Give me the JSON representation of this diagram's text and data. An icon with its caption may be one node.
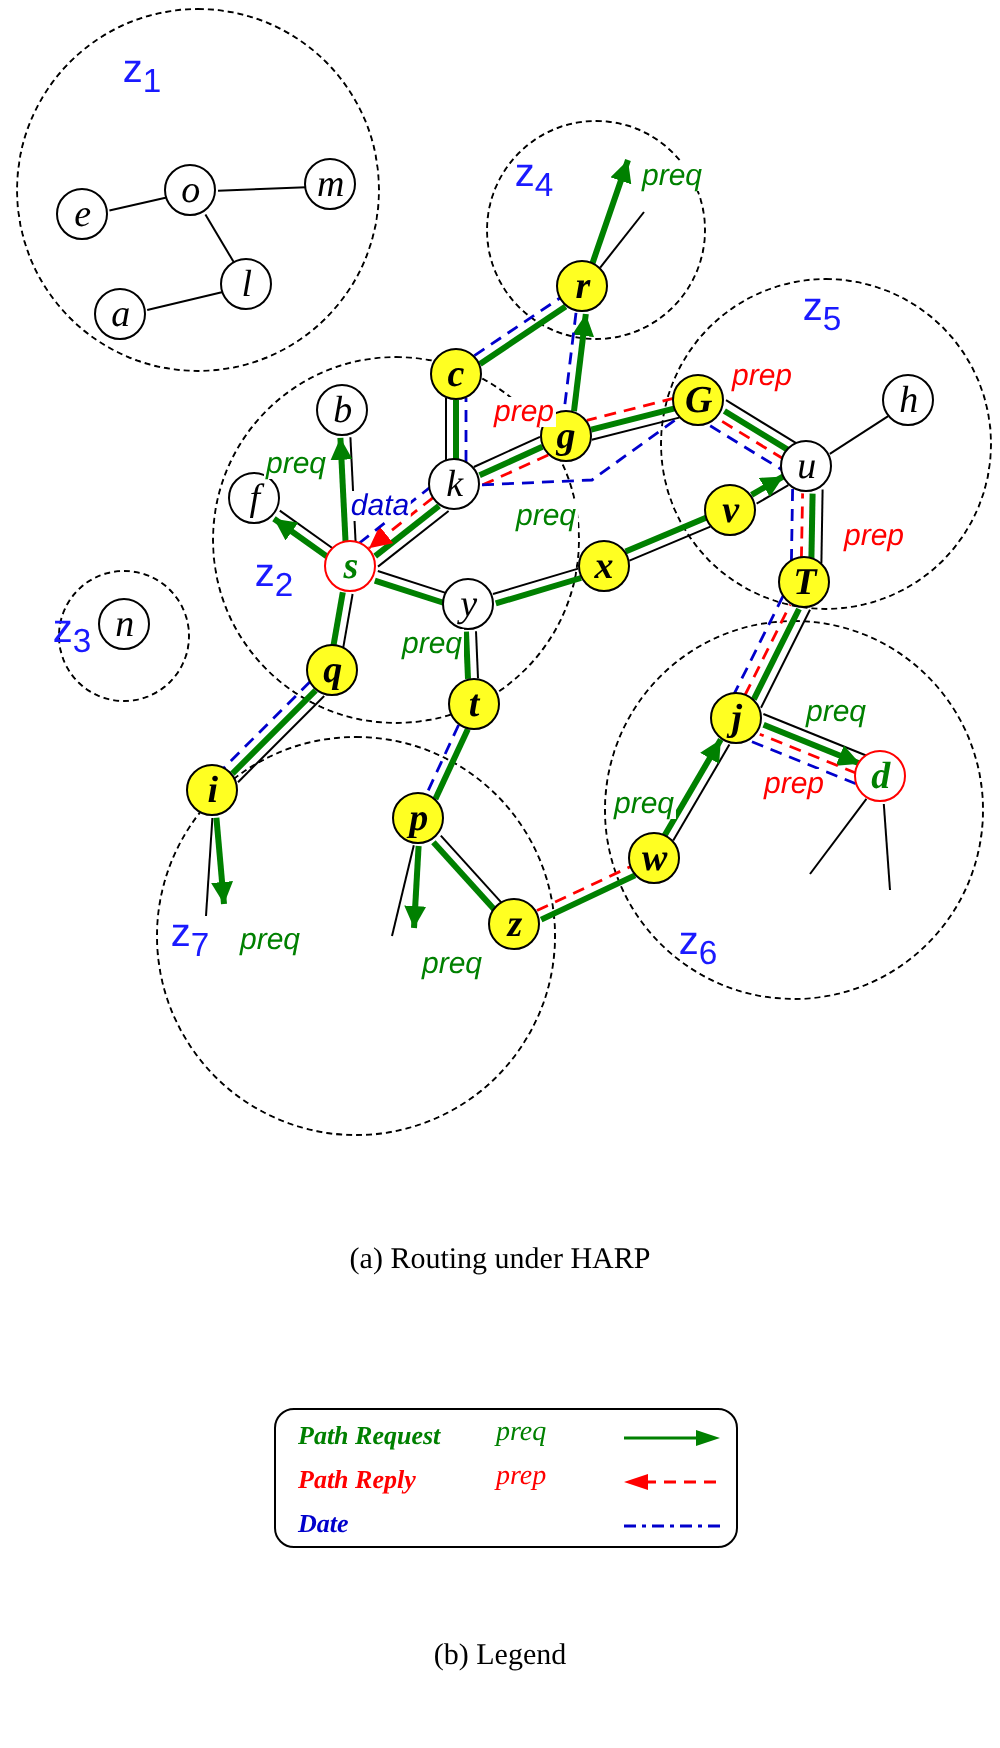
{
  "diagram": {
    "caption": "(a) Routing under HARP",
    "nodes": [
      {
        "text": [
          "z$_{1}$"
        ]
      },
      {
        "text": [
          "o"
        ],
        "in": 0
      },
      {
        "text": [
          "m"
        ],
        "in": 0
      },
      {
        "text": [
          "e"
        ],
        "in": 0
      },
      {
        "text": [
          "l"
        ],
        "in": 0
      },
      {
        "text": [
          "a"
        ],
        "in": 0
      },
      {
        "text": [
          "z$_{4}$"
        ]
      },
      {
        "text": [
          "r"
        ],
        "in": 6
      },
      {
        "text": [
          "z$_{5}$"
        ]
      },
      {
        "text": [
          "G"
        ],
        "in": 8
      },
      {
        "text": [
          "h"
        ],
        "in": 8
      },
      {
        "text": [
          "u"
        ],
        "in": 8
      },
      {
        "text": [
          "v"
        ],
        "in": 8
      },
      {
        "text": [
          "T"
        ],
        "in": 8
      },
      {
        "text": [
          "z$_{2}$"
        ]
      },
      {
        "text": [
          "b"
        ],
        "in": 14
      },
      {
        "text": [
          "k"
        ],
        "in": 14
      },
      {
        "text": [
          "f"
        ],
        "in": 14
      },
      {
        "text": [
          "s"
        ],
        "in": 14
      },
      {
        "text": [
          "y"
        ],
        "in": 14
      },
      {
        "text": [
          "q"
        ],
        "in": 14
      },
      {
        "text": [
          "c"
        ]
      },
      {
        "text": [
          "g"
        ]
      },
      {
        "text": [
          "x"
        ]
      },
      {
        "text": [
          "t"
        ]
      },
      {
        "text": [
          "z$_{3}$"
        ]
      },
      {
        "text": [
          "n"
        ],
        "in": 25
      },
      {
        "text": [
          "z$_{6}$"
        ]
      },
      {
        "text": [
          "j"
        ],
        "in": 27
      },
      {
        "text": [
          "d"
        ],
        "in": 27
      },
      {
        "text": [
          "w"
        ],
        "in": 27
      },
      {
        "text": [
          "z$_{7}$"
        ]
      },
      {
        "text": [
          "i"
        ],
        "in": 31
      },
      {
        "text": [
          "p"
        ],
        "in": 31
      },
      {
        "text": [
          "z"
        ],
        "in": 31
      }
    ],
    "edges": [
      {
        "from": 1,
        "to": 3,
        "arrow": "none"
      },
      {
        "from": 1,
        "to": 2,
        "arrow": "none"
      },
      {
        "from": 1,
        "to": 4,
        "arrow": "none"
      },
      {
        "from": 4,
        "to": 5,
        "arrow": "none"
      },
      {
        "from": 7,
        "to": null,
        "arrow": "none"
      },
      {
        "from": 18,
        "to": 15,
        "arrow": "none"
      },
      {
        "from": 18,
        "to": 17,
        "arrow": "none"
      },
      {
        "from": 18,
        "to": 16,
        "arrow": "none"
      },
      {
        "from": 18,
        "to": 19,
        "arrow": "none"
      },
      {
        "from": 18,
        "to": 20,
        "arrow": "none"
      },
      {
        "from": 16,
        "to": 21,
        "arrow": "none"
      },
      {
        "from": 16,
        "to": 22,
        "arrow": "none"
      },
      {
        "from": 22,
        "to": 9,
        "arrow": "none"
      },
      {
        "from": 9,
        "to": 11,
        "arrow": "none"
      },
      {
        "from": 11,
        "to": 10,
        "arrow": "none"
      },
      {
        "from": 11,
        "to": 12,
        "arrow": "none"
      },
      {
        "from": 11,
        "to": 13,
        "arrow": "none"
      },
      {
        "from": 19,
        "to": 23,
        "arrow": "none"
      },
      {
        "from": 23,
        "to": 12,
        "arrow": "none"
      },
      {
        "from": 19,
        "to": 24,
        "arrow": "none"
      },
      {
        "from": 20,
        "to": 32,
        "arrow": "none"
      },
      {
        "from": 32,
        "to": null,
        "arrow": "none"
      },
      {
        "from": 33,
        "to": null,
        "arrow": "none"
      },
      {
        "from": 33,
        "to": 34,
        "arrow": "none"
      },
      {
        "from": 30,
        "to": 28,
        "arrow": "none"
      },
      {
        "from": 28,
        "to": 13,
        "arrow": "none"
      },
      {
        "from": 28,
        "to": 29,
        "arrow": "none"
      },
      {
        "from": 29,
        "to": null,
        "arrow": "none"
      },
      {
        "from": 29,
        "to": null,
        "arrow": "none"
      },
      {
        "from": 18,
        "to": 17,
        "arrow": "to",
        "label": "preq",
        "style": "thick",
        "color": "#008000"
      },
      {
        "from": 18,
        "to": 15,
        "arrow": "to",
        "style": "thick",
        "color": "#008000"
      },
      {
        "from": 18,
        "to": 16,
        "arrow": "none",
        "style": "thick",
        "color": "#008000"
      },
      {
        "from": 16,
        "to": 21,
        "arrow": "none",
        "style": "thick",
        "color": "#008000"
      },
      {
        "from": 21,
        "to": 7,
        "arrow": "none",
        "style": "thick",
        "color": "#008000"
      },
      {
        "from": 7,
        "to": null,
        "arrow": "to",
        "label": "preq",
        "style": "thick",
        "color": "#008000"
      },
      {
        "from": 16,
        "to": 22,
        "arrow": "none",
        "style": "thick",
        "color": "#008000"
      },
      {
        "from": 22,
        "to": 7,
        "arrow": "to",
        "style": "thick",
        "color": "#008000"
      },
      {
        "from": 22,
        "to": 9,
        "arrow": "none",
        "style": "thick",
        "color": "#008000"
      },
      {
        "from": 9,
        "to": 11,
        "arrow": "none",
        "style": "thick",
        "color": "#008000"
      },
      {
        "from": 11,
        "to": 13,
        "arrow": "none",
        "style": "thick",
        "color": "#008000"
      },
      {
        "from": 13,
        "to": 28,
        "arrow": "none",
        "style": "thick",
        "color": "#008000"
      },
      {
        "from": 28,
        "to": 29,
        "arrow": "to",
        "label": "preq",
        "style": "thick",
        "color": "#008000"
      },
      {
        "from": 18,
        "to": 19,
        "arrow": "none",
        "label": "preq",
        "style": "thick",
        "color": "#008000"
      },
      {
        "from": 19,
        "to": 23,
        "arrow": "none",
        "style": "thick",
        "color": "#008000"
      },
      {
        "from": 23,
        "to": 12,
        "arrow": "none",
        "label": "preq",
        "style": "thick",
        "color": "#008000"
      },
      {
        "from": 12,
        "to": 11,
        "arrow": "to",
        "style": "thick",
        "color": "#008000"
      },
      {
        "from": 18,
        "to": 20,
        "arrow": "none",
        "style": "thick",
        "color": "#008000"
      },
      {
        "from": 20,
        "to": 32,
        "arrow": "none",
        "style": "thick",
        "color": "#008000"
      },
      {
        "from": 32,
        "to": null,
        "arrow": "to",
        "label": "preq",
        "style": "thick",
        "color": "#008000"
      },
      {
        "from": 19,
        "to": 24,
        "arrow": "none",
        "style": "thick",
        "color": "#008000"
      },
      {
        "from": 24,
        "to": 33,
        "arrow": "none",
        "style": "thick",
        "color": "#008000"
      },
      {
        "from": 33,
        "to": null,
        "arrow": "to",
        "label": "preq",
        "style": "thick",
        "color": "#008000"
      },
      {
        "from": 33,
        "to": 34,
        "arrow": "none",
        "style": "thick",
        "color": "#008000"
      },
      {
        "from": 34,
        "to": 30,
        "arrow": "none",
        "style": "thick",
        "color": "#008000"
      },
      {
        "from": 30,
        "to": 28,
        "arrow": "to",
        "label": "preq",
        "style": "thick",
        "color": "#008000"
      },
      {
        "from": 29,
        "to": 28,
        "arrow": "none",
        "label": "prep",
        "style": "dashed",
        "color": "#ff0000"
      },
      {
        "from": 28,
        "to": 13,
        "arrow": "none",
        "style": "dashed",
        "color": "#ff0000"
      },
      {
        "from": 13,
        "to": 11,
        "arrow": "none",
        "label": "prep",
        "style": "dashed",
        "color": "#ff0000"
      },
      {
        "from": 11,
        "to": 9,
        "arrow": "none",
        "label": "prep",
        "style": "dashed",
        "color": "#ff0000"
      },
      {
        "from": 9,
        "to": 22,
        "arrow": "none",
        "style": "dashed",
        "color": "#ff0000"
      },
      {
        "from": 22,
        "to": 16,
        "arrow": "none",
        "label": "prep",
        "style": "dashed",
        "color": "#ff0000"
      },
      {
        "from": 16,
        "to": 18,
        "arrow": "to",
        "style": "dashed",
        "color": "#ff0000"
      },
      {
        "from": 34,
        "to": 30,
        "arrow": "none",
        "style": "dashed",
        "color": "#ff0000"
      },
      {
        "from": 18,
        "to": 16,
        "arrow": "none",
        "label": "data",
        "style": "dashed",
        "color": "#0000cc"
      },
      {
        "from": 16,
        "to": 21,
        "arrow": "none",
        "style": "dashed",
        "color": "#0000cc"
      },
      {
        "from": 21,
        "to": 7,
        "arrow": "none",
        "style": "dashed",
        "color": "#0000cc"
      },
      {
        "from": 7,
        "to": 22,
        "arrow": "none",
        "style": "dashed",
        "color": "#0000cc"
      },
      {
        "from": 16,
        "to": 9,
        "arrow": "none",
        "style": "dashed",
        "color": "#0000cc"
      },
      {
        "from": 9,
        "to": 11,
        "arrow": "none",
        "style": "dashed",
        "color": "#0000cc"
      },
      {
        "from": 11,
        "to": 13,
        "arrow": "none",
        "style": "dashed",
        "color": "#0000cc"
      },
      {
        "from": 13,
        "to": 28,
        "arrow": "none",
        "style": "dashed",
        "color": "#0000cc"
      },
      {
        "from": 28,
        "to": 29,
        "arrow": "none",
        "style": "dashed",
        "color": "#0000cc"
      },
      {
        "from": 20,
        "to": 32,
        "arrow": "none",
        "style": "dashed",
        "color": "#0000cc"
      },
      {
        "from": 24,
        "to": 33,
        "arrow": "none",
        "style": "dashed",
        "color": "#0000cc"
      }
    ],
    "labels": [
      "preq",
      "prep",
      "(b) Legend"
    ],
    "legend": [
      {
        "text": "Path Request"
      },
      {
        "text": "Path Reply"
      },
      {
        "text": "Date"
      }
    ]
  }
}
